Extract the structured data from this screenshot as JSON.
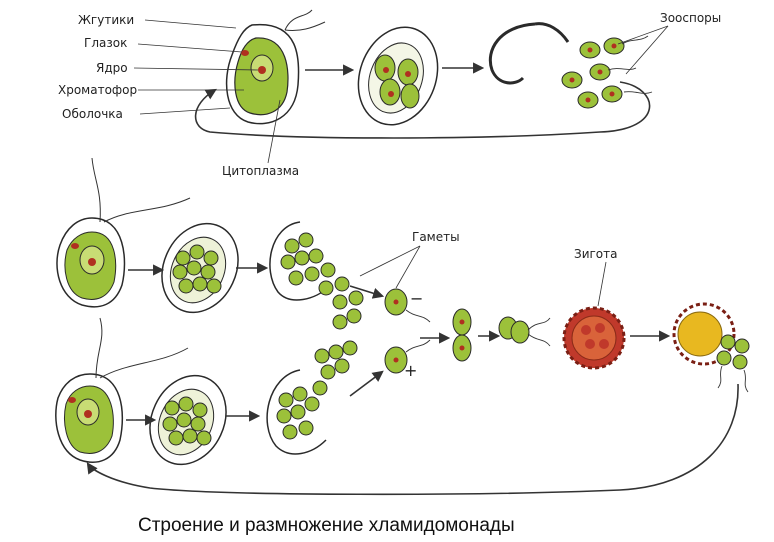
{
  "labels": {
    "flagella": "Жгутики",
    "eyespot": "Глазок",
    "nucleus": "Ядро",
    "chromatophore": "Хроматофор",
    "membrane": "Оболочка",
    "cytoplasm": "Цитоплазма",
    "zoospores": "Зооспоры",
    "gametes": "Гаметы",
    "zygote": "Зигота",
    "plus": "+",
    "minus": "−"
  },
  "caption": "Строение и размножение хламидомонады",
  "colors": {
    "cell_fill": "#9cc13a",
    "cell_light": "#c8dc74",
    "outline": "#2a2a2a",
    "eyespot": "#b03020",
    "zygote": "#c0392b",
    "zygote_inner": "#d9633a",
    "yolk": "#e8b820"
  }
}
